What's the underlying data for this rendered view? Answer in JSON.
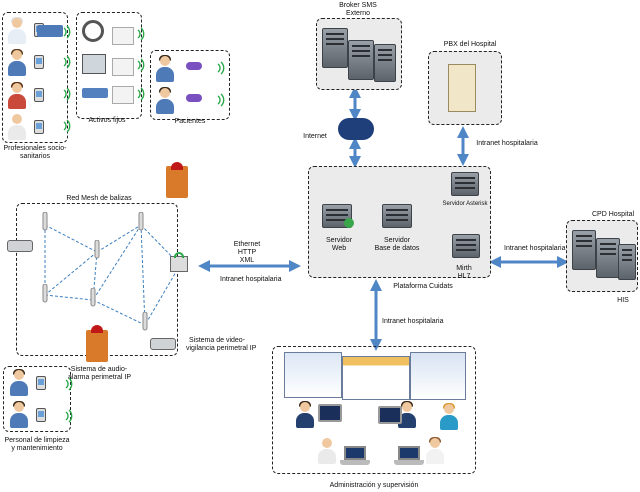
{
  "labels": {
    "profesionales": "Profesionales socio-\nsanitarios",
    "activos": "Activos fijos",
    "pacientes": "Pacientes",
    "broker": "Broker SMS\nExterno",
    "pbx": "PBX del Hospital",
    "internet": "Internet",
    "intranet_pbx": "Intranet hospitalaria",
    "red_mesh": "Red Mesh de balizas",
    "ethernet": "Ethernet\nHTTP\nXML",
    "intranet_left": "Intranet hospitalaria",
    "servidor_asterisk": "Servidor Asterisk",
    "servidor_web": "Servidor\nWeb",
    "servidor_bd": "Servidor\nBase de datos",
    "mirth": "Mirth\nHL7",
    "plataforma": "Plataforma Cuidats",
    "intranet_right": "Intranet hospitalaria",
    "cpd": "CPD Hospital",
    "his": "HIS",
    "video": "Sistema de video-\nvigilancia perimetral IP",
    "audio": "Sistema de audio-\nalarma perimetral IP",
    "intranet_bottom": "Intranet hospitalaria",
    "limpieza": "Personal de limpieza\ny mantenimiento",
    "admin": "Administración y supervisión"
  },
  "icons": {
    "cloud": "internet-cloud-icon",
    "alarm": "siren-speaker-icon",
    "camera": "security-camera-icon",
    "beacon": "beacon-antenna-icon",
    "gateway": "gateway-router-icon"
  },
  "colors": {
    "platform_fill": "#ebebeb",
    "arrow": "#4f86c6",
    "mesh_link": "#3d7fbf",
    "box_border": "#222222"
  }
}
